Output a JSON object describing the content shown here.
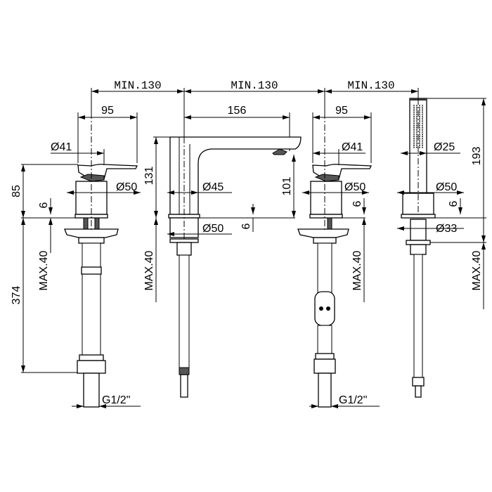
{
  "title": "Three-hole bath mixer with hand shower - technical drawing",
  "dimensions": {
    "spacing_left": "MIN.130",
    "spacing_middle": "MIN.130",
    "spacing_right": "MIN.130",
    "mixer_left": {
      "depth": "95",
      "handle_diameter": "Ø41",
      "height": "85",
      "body_diameter": "Ø50",
      "plate": "6",
      "hose_length": "374",
      "max_deck": "MAX.40",
      "thread": "G1/2\""
    },
    "spout": {
      "reach": "156",
      "height": "131",
      "outlet_height": "101",
      "body_diameter": "Ø45",
      "base_diameter": "Ø50",
      "plate": "6",
      "max_deck": "MAX.40"
    },
    "mixer_right": {
      "depth": "95",
      "handle_diameter": "Ø41",
      "body_diameter": "Ø50",
      "plate": "6",
      "max_deck": "MAX.40",
      "thread": "G1/2\""
    },
    "shower": {
      "handle_diameter": "Ø25",
      "height": "193",
      "holder_diameter": "Ø50",
      "plate": "6",
      "base_diameter": "Ø33",
      "max_deck": "MAX.40"
    }
  }
}
